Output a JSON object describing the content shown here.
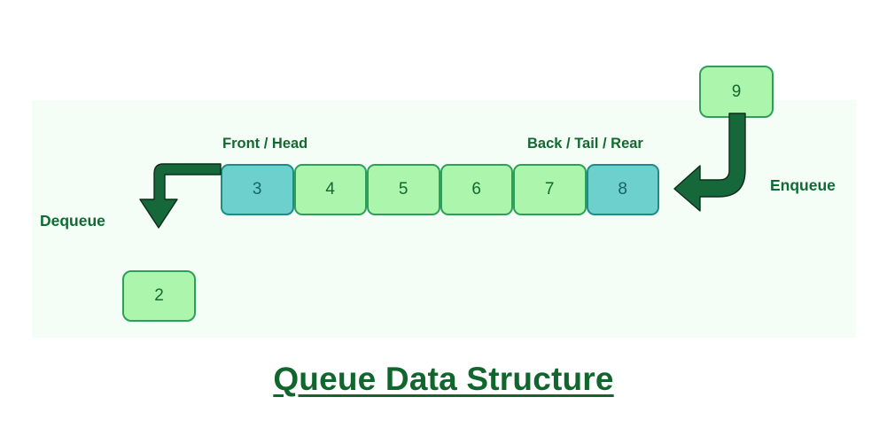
{
  "diagram": {
    "title": "Queue Data Structure",
    "panel_color": "#f4fef7",
    "accent_color": "#0f6b33",
    "cell_green": "#acf5ac",
    "cell_teal": "#6ed0cd",
    "queue": {
      "front_label": "Front / Head",
      "back_label": "Back / Tail / Rear",
      "cells": [
        {
          "value": "3",
          "style": "teal"
        },
        {
          "value": "4",
          "style": "green"
        },
        {
          "value": "5",
          "style": "green"
        },
        {
          "value": "6",
          "style": "green"
        },
        {
          "value": "7",
          "style": "green"
        },
        {
          "value": "8",
          "style": "teal"
        }
      ]
    },
    "operations": {
      "enqueue": {
        "label": "Enqueue",
        "element_value": "9",
        "direction": "into-rear"
      },
      "dequeue": {
        "label": "Dequeue",
        "element_value": "2",
        "direction": "out-of-front"
      }
    }
  }
}
